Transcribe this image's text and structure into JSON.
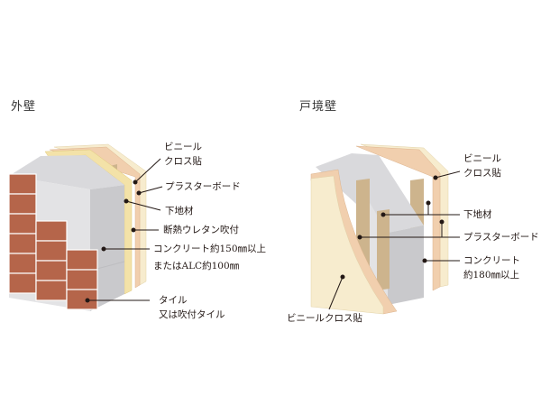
{
  "exterior_wall": {
    "title": "外壁",
    "labels": {
      "vinyl_cloth_line1": "ビニール",
      "vinyl_cloth_line2": "クロス貼",
      "plasterboard": "プラスターボード",
      "base_material": "下地材",
      "urethane_insulation": "断熱ウレタン吹付",
      "concrete_line1": "コンクリート約150㎜以上",
      "concrete_line2": "またはALC約100㎜",
      "tile_line1": "タイル",
      "tile_line2": "又は吹付タイル"
    }
  },
  "party_wall": {
    "title": "戸境壁",
    "labels": {
      "vinyl_cloth_line1": "ビニール",
      "vinyl_cloth_line2": "クロス貼",
      "base_material": "下地材",
      "plasterboard": "プラスターボード",
      "concrete_line1": "コンクリート",
      "concrete_line2": "約180㎜以上",
      "vinyl_cloth_front": "ビニールクロス貼"
    }
  },
  "colors": {
    "brick": "#b5654a",
    "brick_dark": "#8e4a35",
    "concrete": "#e3e3e5",
    "concrete_dark": "#c9c9cc",
    "urethane": "#f3e2a8",
    "plasterboard": "#f1cfae",
    "vinyl_cloth": "#f7ecce",
    "stud": "#cdb48d",
    "leader": "#231815"
  }
}
